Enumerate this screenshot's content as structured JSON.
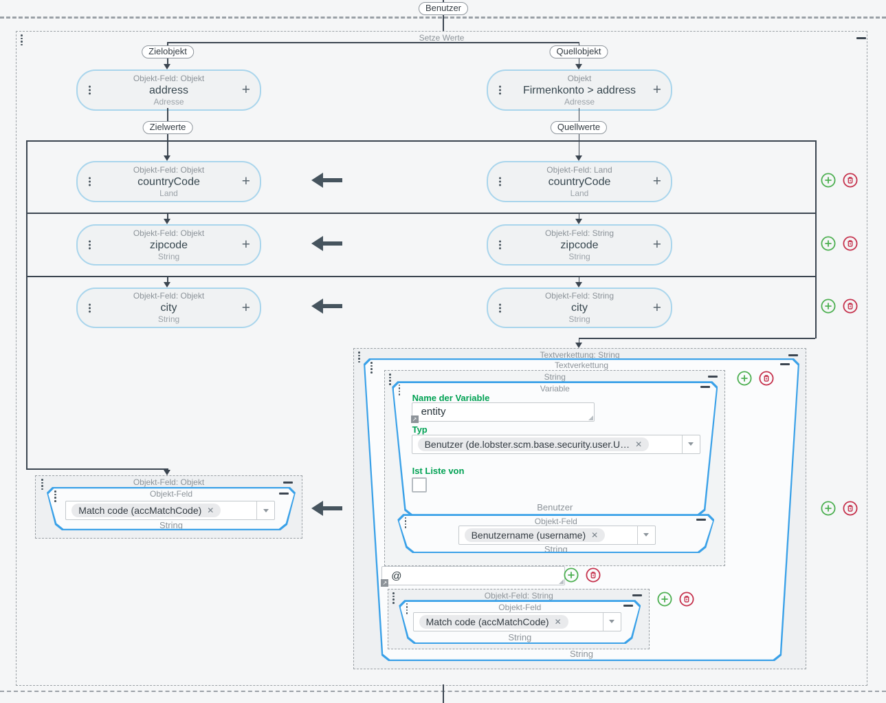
{
  "colors": {
    "blue": "#3aa1e8",
    "green": "#4caf50",
    "red": "#c5304b",
    "label_green": "#00a153",
    "line": "#3b4550"
  },
  "header": {
    "benutzer_pill": "Benutzer"
  },
  "container": {
    "title": "Setze Werte"
  },
  "objects": {
    "target_pill": "Zielobjekt",
    "source_pill": "Quellobjekt",
    "target_values_pill": "Zielwerte",
    "source_values_pill": "Quellwerte",
    "target_node": {
      "type": "Objekt-Feld: Objekt",
      "name": "address",
      "datatype": "Adresse"
    },
    "source_node": {
      "type": "Objekt",
      "name": "Firmenkonto > address",
      "datatype": "Adresse"
    }
  },
  "rows": [
    {
      "left": {
        "type": "Objekt-Feld: Objekt",
        "name": "countryCode",
        "datatype": "Land"
      },
      "right": {
        "type": "Objekt-Feld: Land",
        "name": "countryCode",
        "datatype": "Land"
      }
    },
    {
      "left": {
        "type": "Objekt-Feld: Objekt",
        "name": "zipcode",
        "datatype": "String"
      },
      "right": {
        "type": "Objekt-Feld: String",
        "name": "zipcode",
        "datatype": "String"
      }
    },
    {
      "left": {
        "type": "Objekt-Feld: Objekt",
        "name": "city",
        "datatype": "String"
      },
      "right": {
        "type": "Objekt-Feld: String",
        "name": "city",
        "datatype": "String"
      }
    }
  ],
  "match_target": {
    "box_title": "Objekt-Feld: Objekt",
    "node_title": "Objekt-Feld",
    "chip": "Match code (accMatchCode)",
    "datatype": "String"
  },
  "concat": {
    "box_title": "Textverkettung: String",
    "node_title": "Textverkettung",
    "output_type": "String",
    "string_box_title": "String",
    "variable": {
      "title": "Variable",
      "name_label": "Name der Variable",
      "name_value": "entity",
      "type_label": "Typ",
      "type_chip": "Benutzer (de.lobster.scm.base.security.user.U…",
      "is_list_label": "Ist Liste von",
      "result_type": "Benutzer"
    },
    "username_field": {
      "title": "Objekt-Feld",
      "chip": "Benutzername (username)",
      "datatype": "String"
    },
    "separator_value": "@",
    "match_source": {
      "box_title": "Objekt-Feld: String",
      "node_title": "Objekt-Feld",
      "chip": "Match code (accMatchCode)",
      "datatype": "String"
    }
  },
  "icons": {
    "clear": "✕",
    "plus": "+",
    "expand": "↗"
  }
}
